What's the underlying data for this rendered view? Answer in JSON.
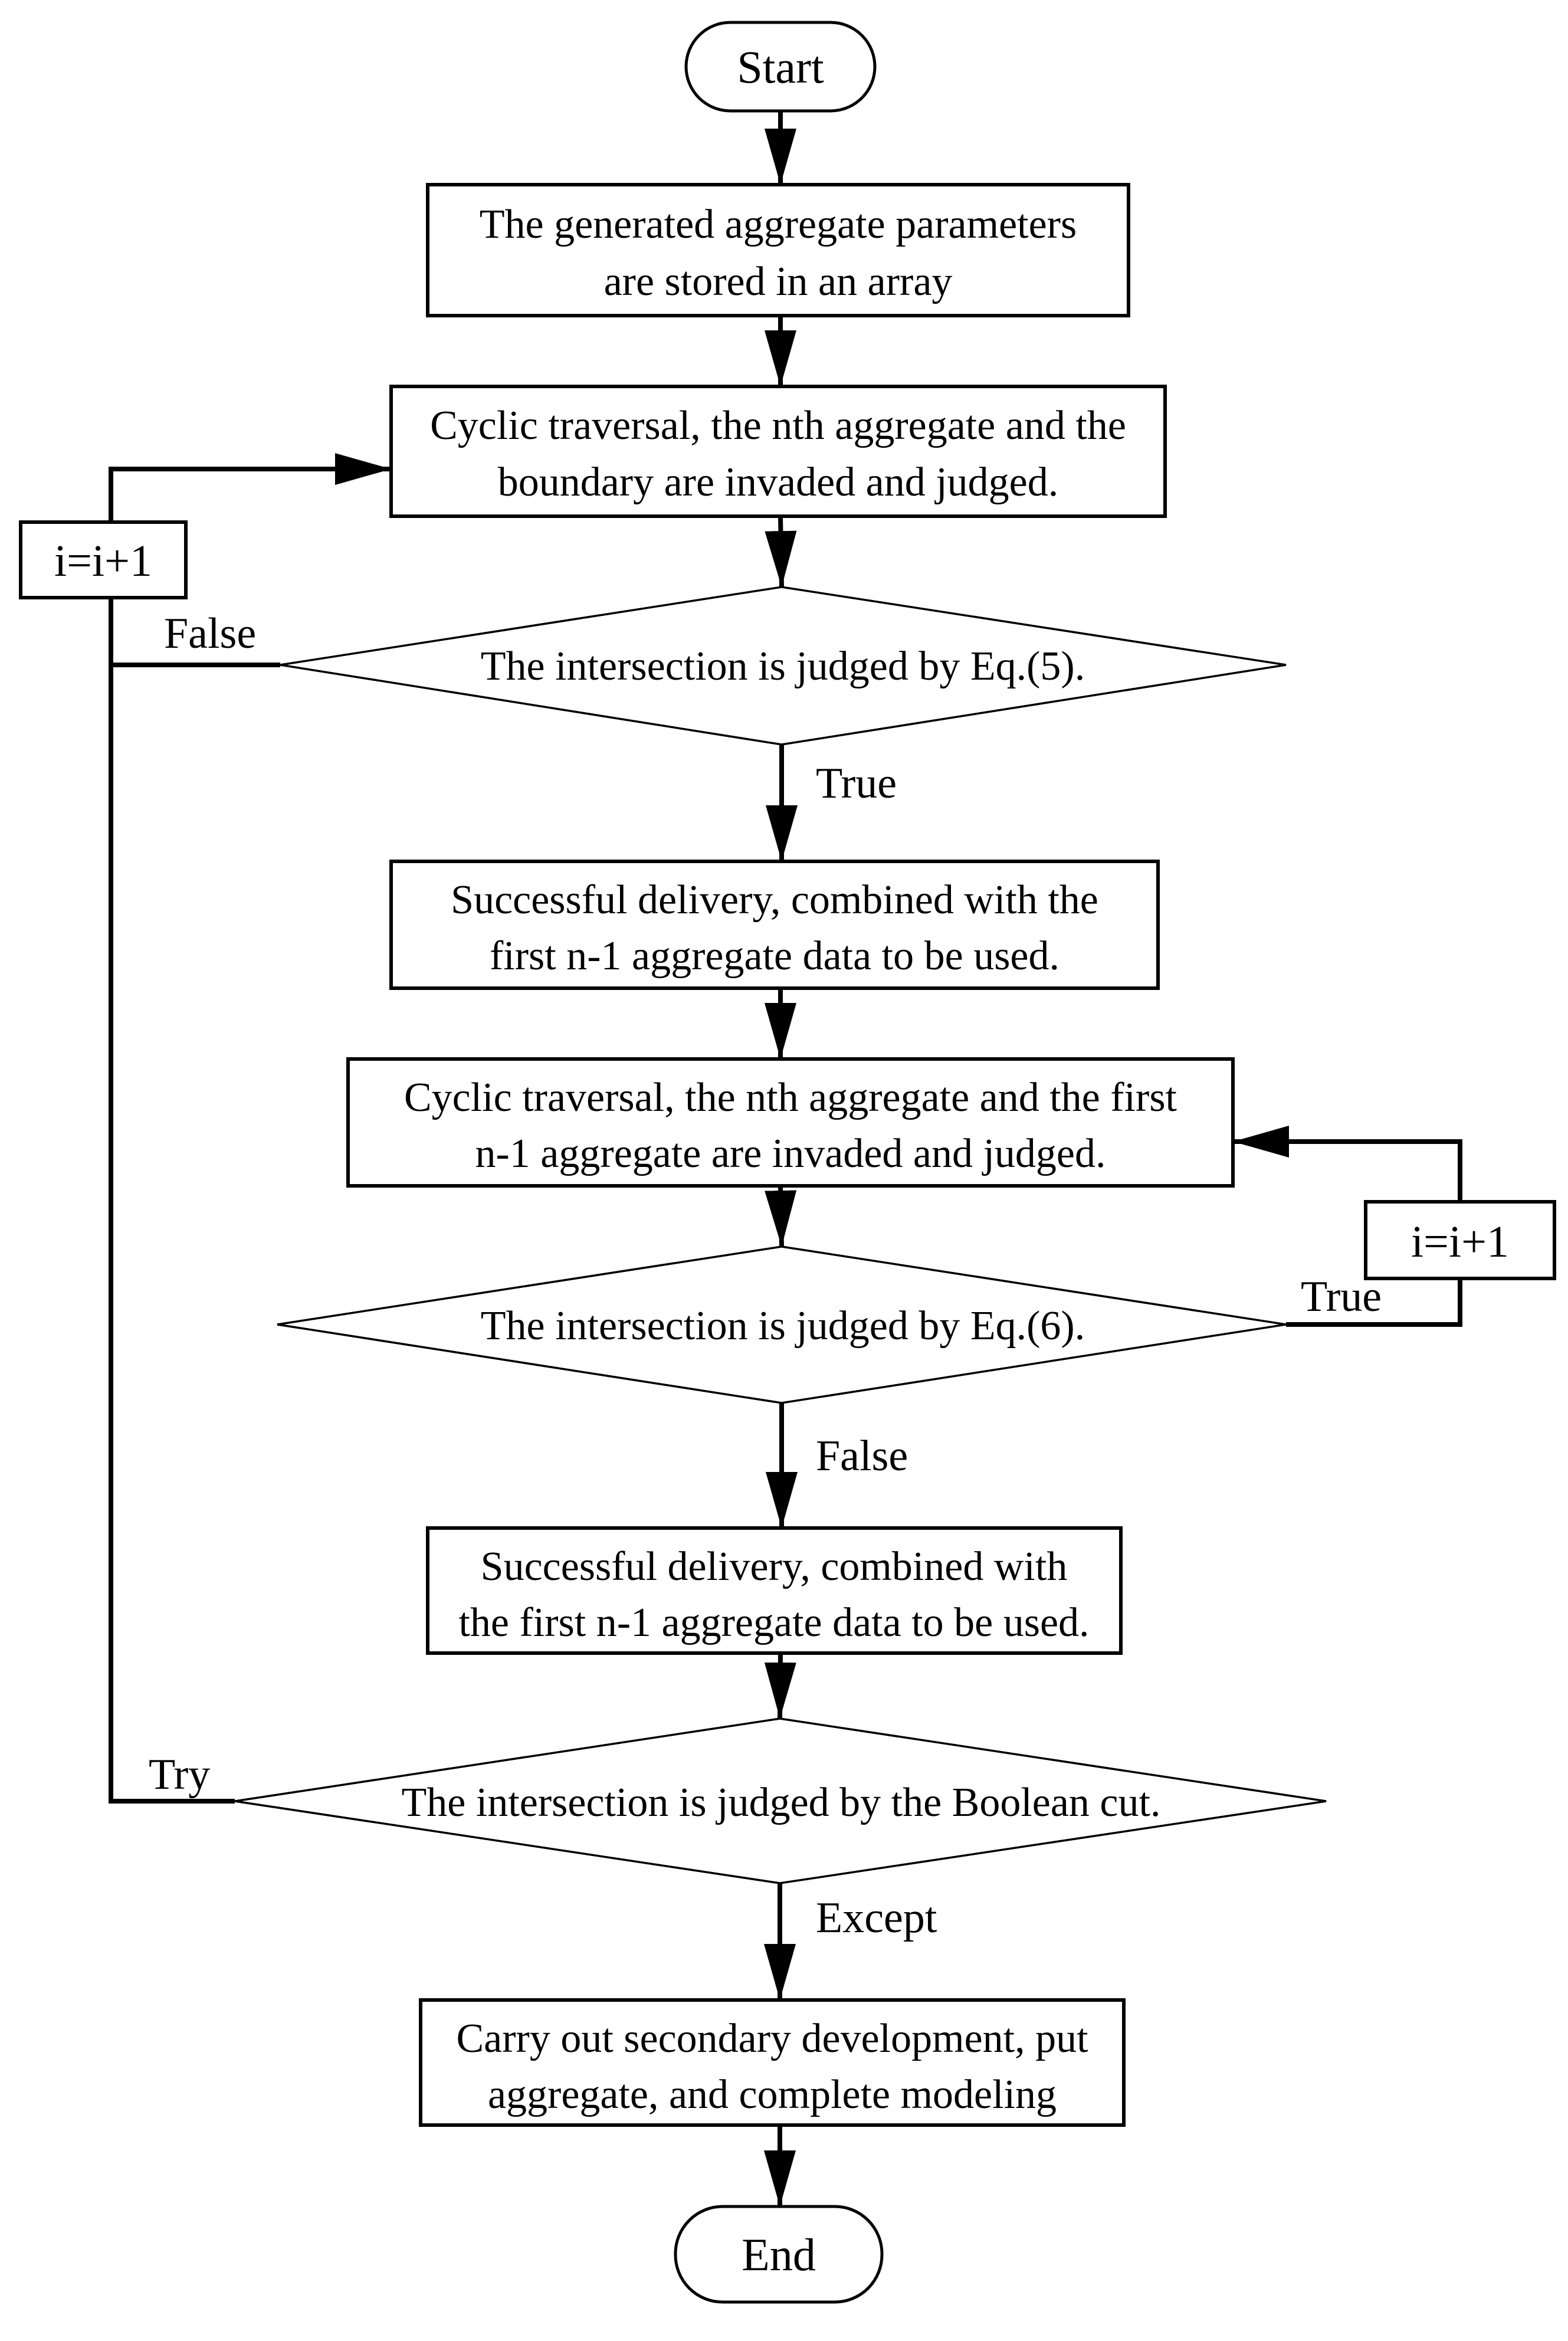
{
  "flowchart": {
    "colors": {
      "stroke": "#000000",
      "background": "#ffffff"
    },
    "nodes": {
      "start": {
        "type": "terminator",
        "label": "Start"
      },
      "store_params": {
        "type": "process",
        "line1": "The generated aggregate parameters",
        "line2": "are stored in an array"
      },
      "traverse_boundary": {
        "type": "process",
        "line1": "Cyclic traversal, the nth aggregate and the",
        "line2": "boundary are invaded and judged."
      },
      "increment_left": {
        "type": "process",
        "label": "i=i+1"
      },
      "judge_eq5": {
        "type": "decision",
        "label": "The intersection is judged by Eq.(5)."
      },
      "delivery_first": {
        "type": "process",
        "line1": "Successful delivery, combined with the",
        "line2": "first n-1 aggregate data to be used."
      },
      "traverse_first": {
        "type": "process",
        "line1": "Cyclic traversal, the nth aggregate and the first",
        "line2": "n-1 aggregate are invaded and judged."
      },
      "increment_right": {
        "type": "process",
        "label": "i=i+1"
      },
      "judge_eq6": {
        "type": "decision",
        "label": "The intersection is judged by Eq.(6)."
      },
      "delivery_second": {
        "type": "process",
        "line1": "Successful delivery, combined with",
        "line2": "the first n-1 aggregate data to be used."
      },
      "judge_boolean": {
        "type": "decision",
        "label": "The intersection is judged by the Boolean cut."
      },
      "secondary_dev": {
        "type": "process",
        "line1": "Carry out secondary development, put",
        "line2": "aggregate, and complete modeling"
      },
      "end": {
        "type": "terminator",
        "label": "End"
      }
    },
    "edge_labels": {
      "false1": "False",
      "true1": "True",
      "true2": "True",
      "false2": "False",
      "try": "Try",
      "except": "Except"
    }
  }
}
